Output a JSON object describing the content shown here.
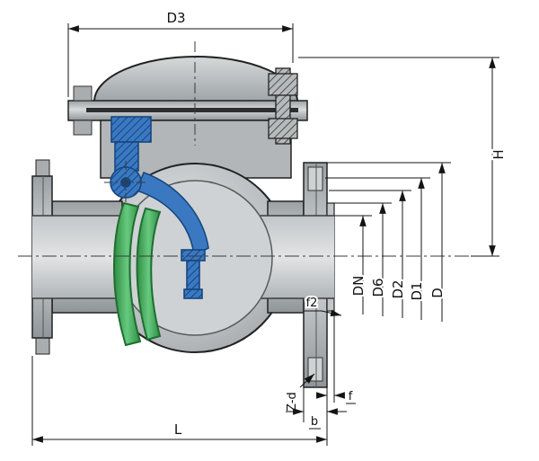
{
  "diagram": {
    "dimension_labels": {
      "d3": "D3",
      "h": "H",
      "dn": "DN",
      "d6": "D6",
      "d2": "D2",
      "d1": "D1",
      "d": "D",
      "f2": "f2",
      "z_d": "Z-d",
      "b": "b",
      "f": "f",
      "l": "L"
    },
    "colors": {
      "background": "#ffffff",
      "body_gray": "#b5b9bb",
      "arm_blue": "#3a79c2",
      "disc_green": "#48b35f",
      "outline": "#1c1c1c"
    }
  }
}
